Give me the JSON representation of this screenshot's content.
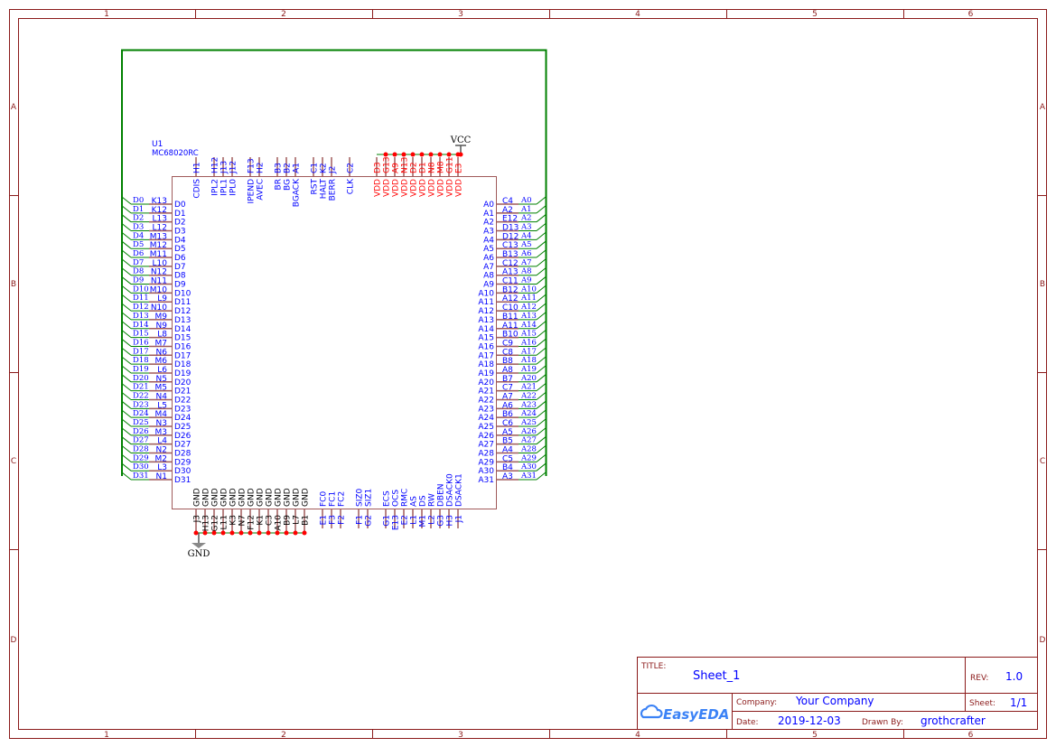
{
  "colors": {
    "frame": "#8b1a1a",
    "text": "#0000ff",
    "pin": "#a05a5a",
    "wire": "#008000",
    "power": "#ff0000",
    "body": "#a05a5a"
  },
  "frame": {
    "columns": [
      "1",
      "2",
      "3",
      "4",
      "5",
      "6"
    ],
    "rows": [
      "A",
      "B",
      "C",
      "D"
    ]
  },
  "component": {
    "designator": "U1",
    "part": "MC68020RC"
  },
  "left_pins": [
    {
      "num": "K13",
      "name": "D0",
      "net": "D0"
    },
    {
      "num": "K12",
      "name": "D1",
      "net": "D1"
    },
    {
      "num": "L13",
      "name": "D2",
      "net": "D2"
    },
    {
      "num": "L12",
      "name": "D3",
      "net": "D3"
    },
    {
      "num": "M13",
      "name": "D4",
      "net": "D4"
    },
    {
      "num": "M12",
      "name": "D5",
      "net": "D5"
    },
    {
      "num": "M11",
      "name": "D6",
      "net": "D6"
    },
    {
      "num": "L10",
      "name": "D7",
      "net": "D7"
    },
    {
      "num": "N12",
      "name": "D8",
      "net": "D8"
    },
    {
      "num": "N11",
      "name": "D9",
      "net": "D9"
    },
    {
      "num": "M10",
      "name": "D10",
      "net": "D10"
    },
    {
      "num": "L9",
      "name": "D11",
      "net": "D11"
    },
    {
      "num": "N10",
      "name": "D12",
      "net": "D12"
    },
    {
      "num": "M9",
      "name": "D13",
      "net": "D13"
    },
    {
      "num": "N9",
      "name": "D14",
      "net": "D14"
    },
    {
      "num": "L8",
      "name": "D15",
      "net": "D15"
    },
    {
      "num": "M7",
      "name": "D16",
      "net": "D16"
    },
    {
      "num": "N6",
      "name": "D17",
      "net": "D17"
    },
    {
      "num": "M6",
      "name": "D18",
      "net": "D18"
    },
    {
      "num": "L6",
      "name": "D19",
      "net": "D19"
    },
    {
      "num": "N5",
      "name": "D20",
      "net": "D20"
    },
    {
      "num": "M5",
      "name": "D21",
      "net": "D21"
    },
    {
      "num": "N4",
      "name": "D22",
      "net": "D22"
    },
    {
      "num": "L5",
      "name": "D23",
      "net": "D23"
    },
    {
      "num": "M4",
      "name": "D24",
      "net": "D24"
    },
    {
      "num": "N3",
      "name": "D25",
      "net": "D25"
    },
    {
      "num": "M3",
      "name": "D26",
      "net": "D26"
    },
    {
      "num": "L4",
      "name": "D27",
      "net": "D27"
    },
    {
      "num": "N2",
      "name": "D28",
      "net": "D28"
    },
    {
      "num": "M2",
      "name": "D29",
      "net": "D29"
    },
    {
      "num": "L3",
      "name": "D30",
      "net": "D30"
    },
    {
      "num": "N1",
      "name": "D31",
      "net": "D31"
    }
  ],
  "right_pins": [
    {
      "num": "C4",
      "name": "A0",
      "net": "A0"
    },
    {
      "num": "A2",
      "name": "A1",
      "net": "A1"
    },
    {
      "num": "E12",
      "name": "A2",
      "net": "A2"
    },
    {
      "num": "D13",
      "name": "A3",
      "net": "A3"
    },
    {
      "num": "D12",
      "name": "A4",
      "net": "A4"
    },
    {
      "num": "C13",
      "name": "A5",
      "net": "A5"
    },
    {
      "num": "B13",
      "name": "A6",
      "net": "A6"
    },
    {
      "num": "C12",
      "name": "A7",
      "net": "A7"
    },
    {
      "num": "A13",
      "name": "A8",
      "net": "A8"
    },
    {
      "num": "C11",
      "name": "A9",
      "net": "A9"
    },
    {
      "num": "B12",
      "name": "A10",
      "net": "A10"
    },
    {
      "num": "A12",
      "name": "A11",
      "net": "A11"
    },
    {
      "num": "C10",
      "name": "A12",
      "net": "A12"
    },
    {
      "num": "B11",
      "name": "A13",
      "net": "A13"
    },
    {
      "num": "A11",
      "name": "A14",
      "net": "A14"
    },
    {
      "num": "B10",
      "name": "A15",
      "net": "A15"
    },
    {
      "num": "C9",
      "name": "A16",
      "net": "A16"
    },
    {
      "num": "C8",
      "name": "A17",
      "net": "A17"
    },
    {
      "num": "B8",
      "name": "A18",
      "net": "A18"
    },
    {
      "num": "A8",
      "name": "A19",
      "net": "A19"
    },
    {
      "num": "B7",
      "name": "A20",
      "net": "A20"
    },
    {
      "num": "C7",
      "name": "A21",
      "net": "A21"
    },
    {
      "num": "A7",
      "name": "A22",
      "net": "A22"
    },
    {
      "num": "A6",
      "name": "A23",
      "net": "A23"
    },
    {
      "num": "B6",
      "name": "A24",
      "net": "A24"
    },
    {
      "num": "C6",
      "name": "A25",
      "net": "A25"
    },
    {
      "num": "A5",
      "name": "A26",
      "net": "A26"
    },
    {
      "num": "B5",
      "name": "A27",
      "net": "A27"
    },
    {
      "num": "A4",
      "name": "A28",
      "net": "A28"
    },
    {
      "num": "C5",
      "name": "A29",
      "net": "A29"
    },
    {
      "num": "B4",
      "name": "A30",
      "net": "A30"
    },
    {
      "num": "A3",
      "name": "A31",
      "net": "A31"
    }
  ],
  "top_pins": [
    {
      "num": "H1",
      "name": "CDIS",
      "slot": 0
    },
    {
      "num": "H12",
      "name": "IPL2",
      "slot": 2
    },
    {
      "num": "J13",
      "name": "IPL1",
      "slot": 3
    },
    {
      "num": "J12",
      "name": "IPL0",
      "slot": 4
    },
    {
      "num": "F13",
      "name": "IPEND",
      "slot": 6
    },
    {
      "num": "H2",
      "name": "AVEC",
      "slot": 7
    },
    {
      "num": "B3",
      "name": "BR",
      "slot": 9
    },
    {
      "num": "B2",
      "name": "BG",
      "slot": 10
    },
    {
      "num": "A1",
      "name": "BGACK",
      "slot": 11
    },
    {
      "num": "C1",
      "name": "RST",
      "slot": 13
    },
    {
      "num": "K2",
      "name": "HALT",
      "slot": 14
    },
    {
      "num": "J2",
      "name": "BERR",
      "slot": 15
    },
    {
      "num": "C2",
      "name": "CLK",
      "slot": 17
    },
    {
      "num": "D3",
      "name": "VDD",
      "slot": 20,
      "power": true
    },
    {
      "num": "G13",
      "name": "VDD",
      "slot": 21,
      "power": true
    },
    {
      "num": "A9",
      "name": "VDD",
      "slot": 22,
      "power": true
    },
    {
      "num": "N13",
      "name": "VDD",
      "slot": 23,
      "power": true
    },
    {
      "num": "D2",
      "name": "VDD",
      "slot": 24,
      "power": true
    },
    {
      "num": "D1",
      "name": "VDD",
      "slot": 25,
      "power": true
    },
    {
      "num": "N8",
      "name": "VDD",
      "slot": 26,
      "power": true
    },
    {
      "num": "M8",
      "name": "VDD",
      "slot": 27,
      "power": true
    },
    {
      "num": "G11",
      "name": "VDD",
      "slot": 28,
      "power": true
    },
    {
      "num": "E3",
      "name": "VDD",
      "slot": 29,
      "power": true
    }
  ],
  "bottom_pins": [
    {
      "num": "J3",
      "name": "GND",
      "slot": 0,
      "gnd": true
    },
    {
      "num": "H13",
      "name": "GND",
      "slot": 1,
      "gnd": true
    },
    {
      "num": "G12",
      "name": "GND",
      "slot": 2,
      "gnd": true
    },
    {
      "num": "L11",
      "name": "GND",
      "slot": 3,
      "gnd": true
    },
    {
      "num": "K3",
      "name": "GND",
      "slot": 4,
      "gnd": true
    },
    {
      "num": "N7",
      "name": "GND",
      "slot": 5,
      "gnd": true
    },
    {
      "num": "F12",
      "name": "GND",
      "slot": 6,
      "gnd": true
    },
    {
      "num": "K1",
      "name": "GND",
      "slot": 7,
      "gnd": true
    },
    {
      "num": "C3",
      "name": "GND",
      "slot": 8,
      "gnd": true
    },
    {
      "num": "A10",
      "name": "GND",
      "slot": 9,
      "gnd": true
    },
    {
      "num": "B9",
      "name": "GND",
      "slot": 10,
      "gnd": true
    },
    {
      "num": "L7",
      "name": "GND",
      "slot": 11,
      "gnd": true
    },
    {
      "num": "B1",
      "name": "GND",
      "slot": 12,
      "gnd": true
    },
    {
      "num": "E1",
      "name": "FC0",
      "slot": 14
    },
    {
      "num": "F3",
      "name": "FC1",
      "slot": 15
    },
    {
      "num": "F2",
      "name": "FC2",
      "slot": 16
    },
    {
      "num": "F1",
      "name": "SIZ0",
      "slot": 18
    },
    {
      "num": "G2",
      "name": "SIZ1",
      "slot": 19
    },
    {
      "num": "G1",
      "name": "ECS",
      "slot": 21
    },
    {
      "num": "E13",
      "name": "OCS",
      "slot": 22
    },
    {
      "num": "E2",
      "name": "RMC",
      "slot": 23
    },
    {
      "num": "L1",
      "name": "AS",
      "slot": 24
    },
    {
      "num": "M1",
      "name": "DS",
      "slot": 25
    },
    {
      "num": "L2",
      "name": "RW",
      "slot": 26
    },
    {
      "num": "G3",
      "name": "DBEN",
      "slot": 27
    },
    {
      "num": "H3",
      "name": "DSACK0",
      "slot": 28
    },
    {
      "num": "J1",
      "name": "DSACK1",
      "slot": 29
    }
  ],
  "power": {
    "vcc": "VCC",
    "gnd": "GND"
  },
  "title_block": {
    "title_label": "TITLE:",
    "title": "Sheet_1",
    "rev_label": "REV:",
    "rev": "1.0",
    "company_label": "Company:",
    "company": "Your Company",
    "sheet_label": "Sheet:",
    "sheet": "1/1",
    "date_label": "Date:",
    "date": "2019-12-03",
    "drawn_by_label": "Drawn By:",
    "drawn_by": "grothcrafter",
    "logo": "EasyEDA"
  }
}
